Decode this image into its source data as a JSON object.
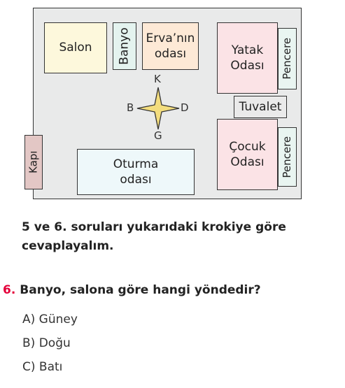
{
  "plan": {
    "rooms": {
      "salon": "Salon",
      "banyo": "Banyo",
      "erva": "Erva’nın odası",
      "yatak": "Yatak Odası",
      "pencere_top": "Pencere",
      "tuvalet": "Tuvalet",
      "cocuk": "Çocuk Odası",
      "pencere_bottom": "Pencere",
      "oturma": "Oturma odası",
      "kapi": "Kapı"
    },
    "compass": {
      "north": "K",
      "south": "G",
      "west": "B",
      "east": "D"
    }
  },
  "intro": "5 ve 6. soruları yukarıdaki krokiye göre cevaplayalım.",
  "question": {
    "number": "6.",
    "text": "Banyo, salona göre hangi yöndedir?",
    "options": [
      "A) Güney",
      "B) Doğu",
      "C) Batı"
    ]
  },
  "colors": {
    "question_number": "#e4003a"
  }
}
